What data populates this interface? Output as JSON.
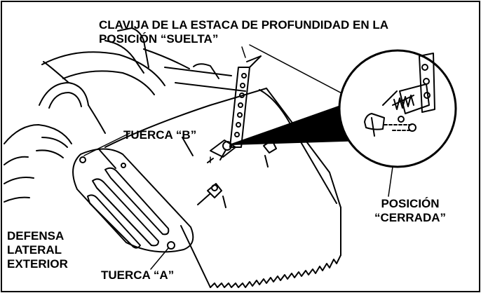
{
  "labels": {
    "depth_stake_pin_line1": "CLAVIJA DE LA ESTACA DE PROFUNDIDAD EN LA",
    "depth_stake_pin_line2": "POSICIÓN “SUELTA”",
    "nut_b": "TUERCA “B”",
    "closed_position_line1": "POSICIÓN",
    "closed_position_line2": "“CERRADA”",
    "side_guard_line1": "DEFENSA",
    "side_guard_line2": "LATERAL",
    "side_guard_line3": "EXTERIOR",
    "nut_a": "TUERCA “A”"
  },
  "colors": {
    "ink": "#000000",
    "paper": "#ffffff"
  }
}
